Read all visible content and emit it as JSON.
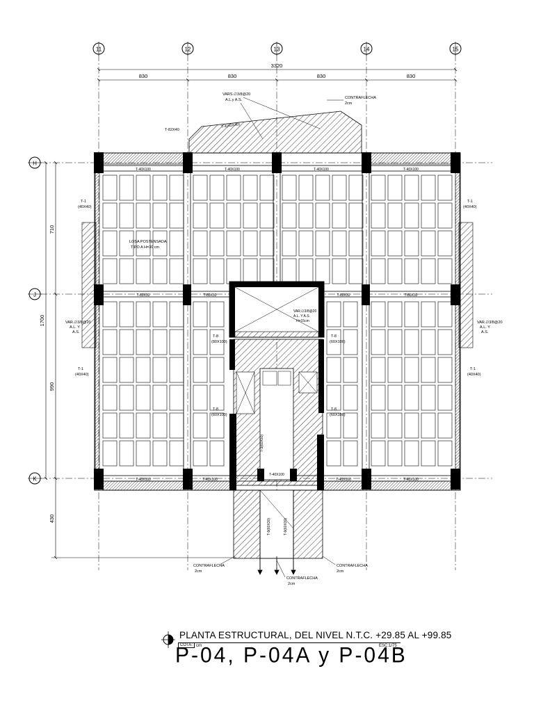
{
  "grid": {
    "columns": [
      {
        "id": "col-11",
        "label": "11"
      },
      {
        "id": "col-12",
        "label": "12"
      },
      {
        "id": "col-13",
        "label": "13"
      },
      {
        "id": "col-14",
        "label": "14"
      },
      {
        "id": "col-15",
        "label": "15"
      }
    ],
    "rows": [
      {
        "id": "row-h",
        "label": "H"
      },
      {
        "id": "row-j",
        "label": "J"
      },
      {
        "id": "row-k",
        "label": "K"
      }
    ]
  },
  "dimensions": {
    "overall_width": "3320",
    "bays": [
      "830",
      "830",
      "830",
      "830"
    ],
    "overall_depth": "1700",
    "row_bays": [
      "710",
      "990",
      "430"
    ]
  },
  "beam_labels": {
    "t_40x100": "T-40X100",
    "t_80x30": "T-80X30",
    "t_1": "T-1",
    "t_1_size": "(40X40)",
    "t_82x40": "T-82X40",
    "t_4": "T-4(40X40)",
    "t_8_label": "T-8",
    "t_8_size": "(60X100)",
    "t_8_80x100": "(80X100)",
    "t_3": "T-3(60X50)",
    "t_9": "T-9(60X30)",
    "t_40x100_b": "T-40X100"
  },
  "notes": {
    "losa_line1": "LOSA POSTENSADA",
    "losa_line2": "TIPO A H=30 cm",
    "vars_line1": "VARS.∅3/8@20",
    "vars_line2": "A.L.y A.S.",
    "var_left_1": "VAR.∅3/8@20",
    "var_left_2": "A.L. Y",
    "var_left_3": "A.S.",
    "var_right_1": "VAR.∅3/8@20",
    "var_right_2": "A.L. Y",
    "var_right_3": "A.S.",
    "var_center_1": "VAR.∅3/8@20",
    "var_center_2": "A.L. Y A.S.",
    "var_center_3": "H=15cm",
    "contraflecha": "CONTRAFLECHA",
    "contraflecha_value": "2cm"
  },
  "title": {
    "line1": "PLANTA ESTRUCTURAL, DEL NIVEL  N.T.C. +29.85 AL +99.85",
    "line2": "P-04, P-04A y P-04B",
    "cota": "COTA:",
    "cota_unit": "cm",
    "scale": "ESC:1/75"
  }
}
